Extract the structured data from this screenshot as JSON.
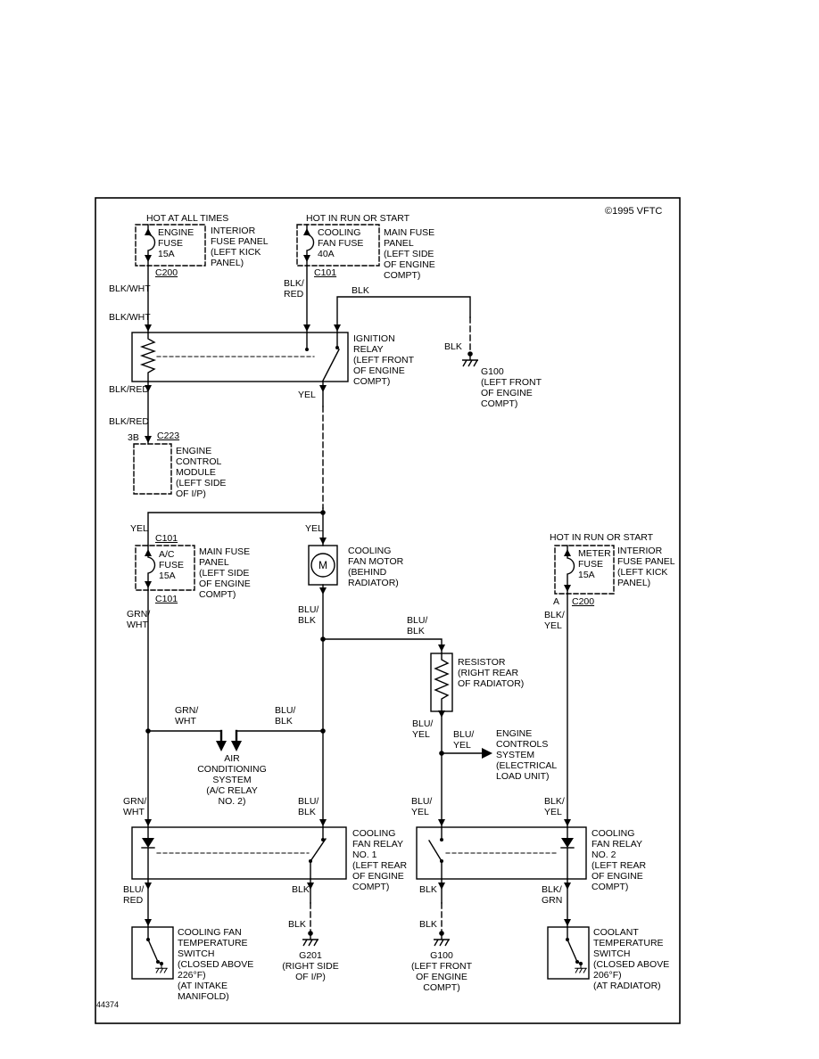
{
  "meta": {
    "copyright": "©1995 VFTC",
    "sheet_number": "44374"
  },
  "power": {
    "top_left": "HOT AT ALL TIMES",
    "top_center": "HOT IN RUN OR START",
    "right": "HOT IN RUN OR START"
  },
  "fuses": {
    "engine": {
      "name": "ENGINE\nFUSE\n15A",
      "panel": "INTERIOR\nFUSE PANEL\n(LEFT KICK\nPANEL)",
      "connector": "C200"
    },
    "cooling_fan": {
      "name": "COOLING\nFAN FUSE\n40A",
      "panel": "MAIN FUSE\nPANEL\n(LEFT SIDE\nOF ENGINE\nCOMPT)",
      "connector": "C101"
    },
    "ac": {
      "name": "A/C\nFUSE\n15A",
      "panel": "MAIN FUSE\nPANEL\n(LEFT SIDE\nOF ENGINE\nCOMPT)",
      "connector_top": "C101",
      "connector_bottom": "C101"
    },
    "meter": {
      "name": "METER\nFUSE\n15A",
      "panel": "INTERIOR\nFUSE PANEL\n(LEFT KICK\nPANEL)",
      "pin": "A",
      "connector": "C200"
    }
  },
  "components": {
    "ignition_relay": "IGNITION\nRELAY\n(LEFT FRONT\nOF ENGINE\nCOMPT)",
    "ecm": {
      "pin": "3B",
      "connector": "C223",
      "name": "ENGINE\nCONTROL\nMODULE\n(LEFT SIDE\nOF I/P)"
    },
    "motor": {
      "name": "COOLING\nFAN MOTOR\n(BEHIND\nRADIATOR)",
      "symbol": "M"
    },
    "resistor": "RESISTOR\n(RIGHT REAR\nOF RADIATOR)",
    "engine_controls": "ENGINE\nCONTROLS\nSYSTEM\n(ELECTRICAL\nLOAD UNIT)",
    "ac_system": "AIR\nCONDITIONING\nSYSTEM\n(A/C RELAY\nNO. 2)",
    "fan_relay_1": "COOLING\nFAN RELAY\nNO. 1\n(LEFT REAR\nOF ENGINE\nCOMPT)",
    "fan_relay_2": "COOLING\nFAN RELAY\nNO. 2\n(LEFT REAR\nOF ENGINE\nCOMPT)",
    "fan_temp_switch": "COOLING FAN\nTEMPERATURE\nSWITCH\n(CLOSED ABOVE\n226°F)\n(AT INTAKE\nMANIFOLD)",
    "coolant_temp_switch": "COOLANT\nTEMPERATURE\nSWITCH\n(CLOSED ABOVE\n206°F)\n(AT RADIATOR)"
  },
  "grounds": {
    "g100_top": "G100\n(LEFT FRONT\nOF ENGINE\nCOMPT)",
    "g201": "G201\n(RIGHT SIDE\nOF I/P)",
    "g100_bottom": "G100\n(LEFT FRONT\nOF ENGINE\nCOMPT)",
    "blk_to_g100_top": "BLK",
    "blk_above_g201": "BLK",
    "blk_above_g100": "BLK"
  },
  "wires": {
    "blk_wht_upper": "BLK/WHT",
    "blk_wht_lower": "BLK/WHT",
    "blk_red_fuse": "BLK/\nRED",
    "blk_branch": "BLK",
    "yel_relay_out": "YEL",
    "yel_left": "YEL",
    "yel_center": "YEL",
    "blk_red_upper": "BLK/RED",
    "blk_red_lower": "BLK/RED",
    "grn_wht_upper": "GRN/\nWHT",
    "grn_wht_branch": "GRN/\nWHT",
    "grn_wht_lower": "GRN/\nWHT",
    "blu_blk_motor": "BLU/\nBLK",
    "blu_blk_resistor": "BLU/\nBLK",
    "blu_blk_branch": "BLU/\nBLK",
    "blu_blk_lower": "BLU/\nBLK",
    "blk_yel_upper": "BLK/\nYEL",
    "blk_yel_lower": "BLK/\nYEL",
    "blu_yel_upper": "BLU/\nYEL",
    "blu_yel_branch": "BLU/\nYEL",
    "blu_yel_lower": "BLU/\nYEL",
    "blu_red": "BLU/\nRED",
    "blk_relay1_out": "BLK",
    "blk_relay2_out": "BLK",
    "blk_grn": "BLK/\nGRN"
  }
}
